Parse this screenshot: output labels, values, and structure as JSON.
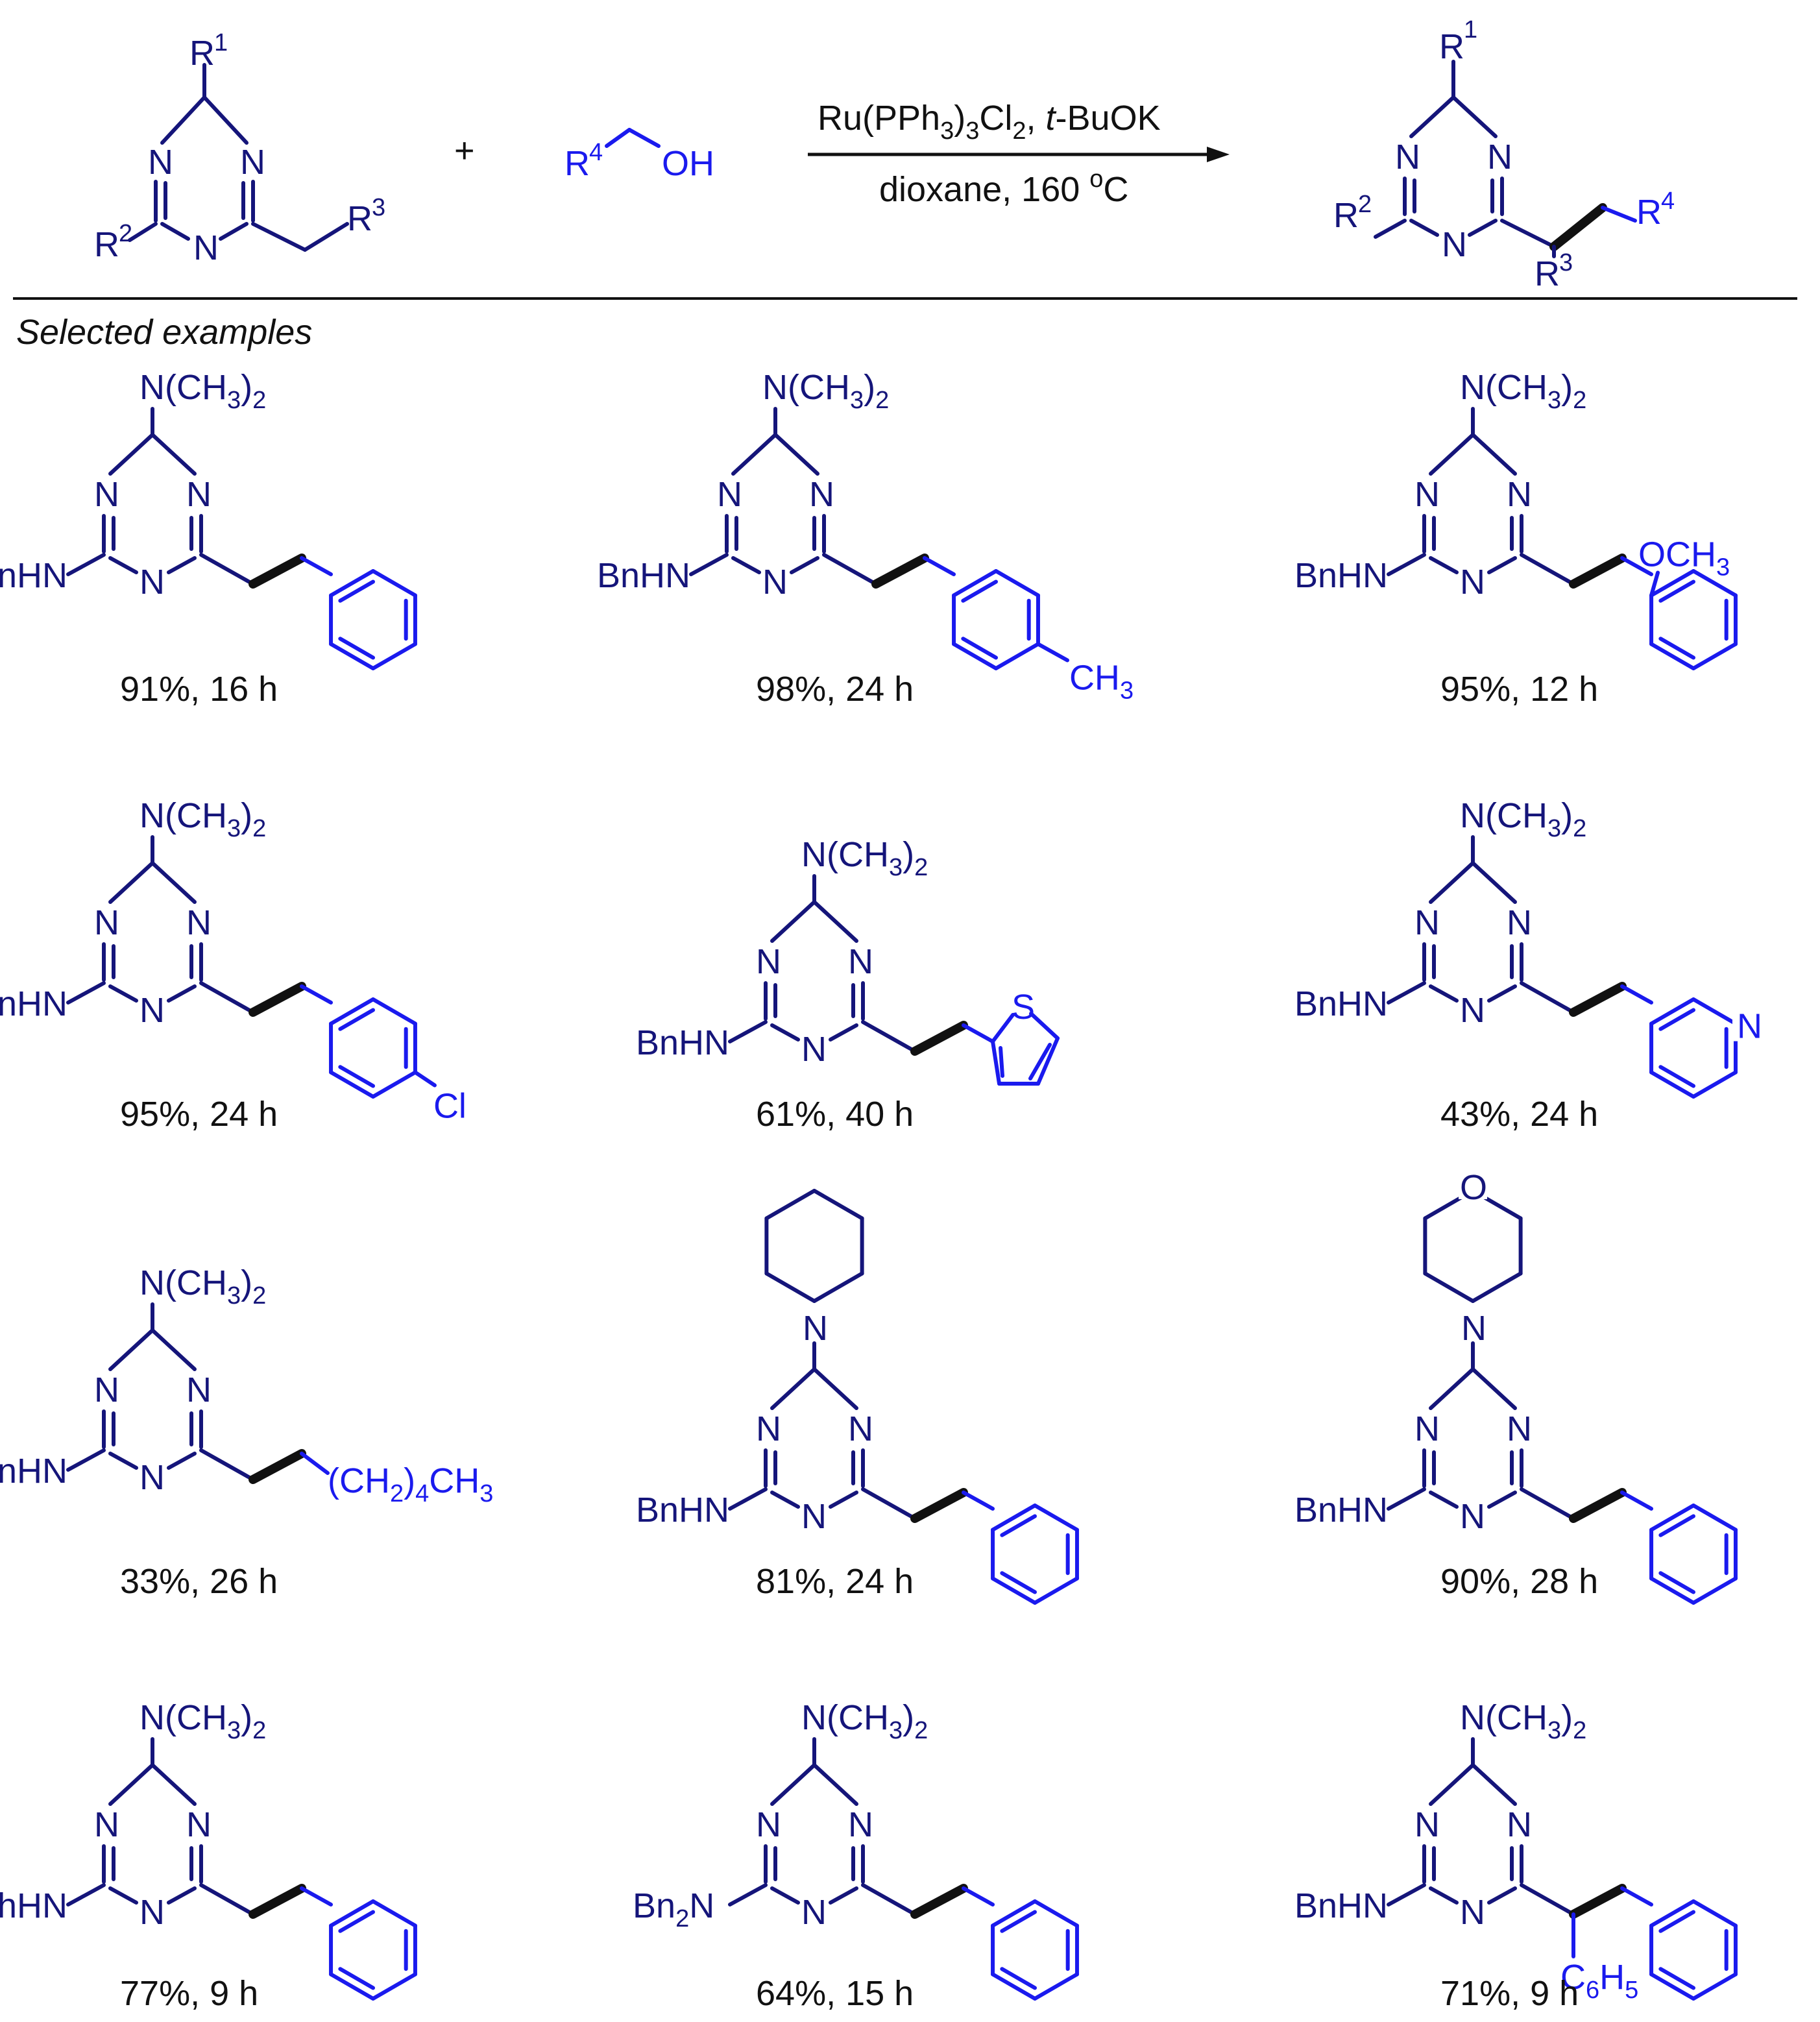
{
  "scheme": {
    "reactant_1": {
      "r1": "R",
      "r1_sup": "1",
      "r2": "R",
      "r2_sup": "2",
      "r3": "R",
      "r3_sup": "3",
      "n": "N"
    },
    "plus": "+",
    "reactant_2": {
      "r4": "R",
      "r4_sup": "4",
      "oh": "OH"
    },
    "conditions": {
      "catalyst_prefix": "Ru(PPh",
      "catalyst_sub1": "3",
      "catalyst_mid": ")",
      "catalyst_sub2": "3",
      "catalyst_cl": "Cl",
      "catalyst_sub3": "2",
      "base_prefix": ", ",
      "base_italic": "t",
      "base_rest": "-BuOK",
      "solvent": "dioxane, 160 ",
      "deg": "o",
      "unit": "C"
    },
    "product": {
      "r1": "R",
      "r1_sup": "1",
      "r2": "R",
      "r2_sup": "2",
      "r3": "R",
      "r3_sup": "3",
      "r4": "R",
      "r4_sup": "4"
    }
  },
  "section_title": "Selected examples",
  "examples": [
    {
      "top": "N(CH",
      "top_sub": "3",
      "top_end": ")",
      "top_sub2": "2",
      "left": "BnHN",
      "right": "",
      "yield": "91%, 16 h"
    },
    {
      "top": "N(CH",
      "top_sub": "3",
      "top_end": ")",
      "top_sub2": "2",
      "left": "BnHN",
      "right": "CH",
      "right_sub": "3",
      "yield": "98%, 24 h"
    },
    {
      "top": "N(CH",
      "top_sub": "3",
      "top_end": ")",
      "top_sub2": "2",
      "left": "BnHN",
      "right": "OCH",
      "right_sub": "3",
      "yield": "95%, 12 h"
    },
    {
      "top": "N(CH",
      "top_sub": "3",
      "top_end": ")",
      "top_sub2": "2",
      "left": "BnHN",
      "right": "Cl",
      "yield": "95%, 24 h"
    },
    {
      "top": "N(CH",
      "top_sub": "3",
      "top_end": ")",
      "top_sub2": "2",
      "left": "BnHN",
      "right": "S",
      "yield": "61%, 40 h"
    },
    {
      "top": "N(CH",
      "top_sub": "3",
      "top_end": ")",
      "top_sub2": "2",
      "left": "BnHN",
      "right": "N",
      "yield": "43%, 24 h"
    },
    {
      "top": "N(CH",
      "top_sub": "3",
      "top_end": ")",
      "top_sub2": "2",
      "left": "BnHN",
      "right": "(CH",
      "right_sub": "2",
      "right_end": ")",
      "right_sub2": "4",
      "right_tail": "CH",
      "right_sub3": "3",
      "yield": "33%, 26 h"
    },
    {
      "top": "N",
      "left": "BnHN",
      "yield": "81%, 24 h"
    },
    {
      "top": "N",
      "top_o": "O",
      "left": "BnHN",
      "yield": "90%, 28 h"
    },
    {
      "top": "N(CH",
      "top_sub": "3",
      "top_end": ")",
      "top_sub2": "2",
      "left": "PhHN",
      "yield": "77%, 9 h"
    },
    {
      "top": "N(CH",
      "top_sub": "3",
      "top_end": ")",
      "top_sub2": "2",
      "left": "Bn",
      "left_sub": "2",
      "left_end": "N",
      "yield": "64%, 15 h"
    },
    {
      "top": "N(CH",
      "top_sub": "3",
      "top_end": ")",
      "top_sub2": "2",
      "left": "BnHN",
      "branch": "C",
      "branch_sub": "6",
      "branch_mid": "H",
      "branch_sub2": "5",
      "yield": "71%, 9 h"
    }
  ],
  "colors": {
    "reactant_core": "#15157a",
    "new_fragment": "#1a1aee",
    "new_bond": "#111111"
  }
}
